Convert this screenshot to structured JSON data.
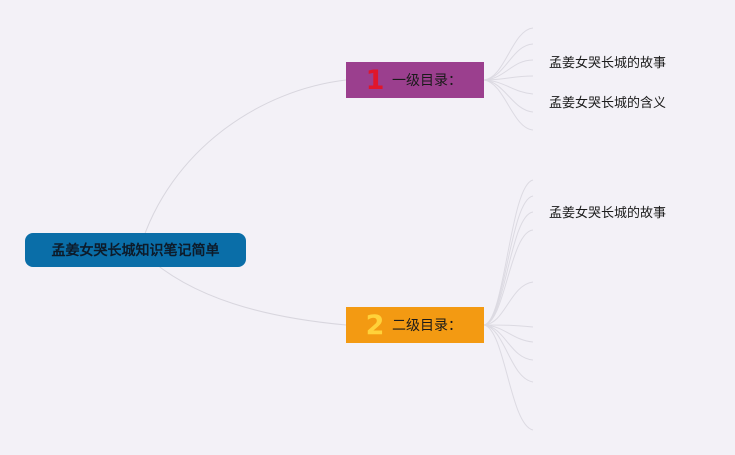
{
  "root": {
    "label": "孟姜女哭长城知识笔记简单"
  },
  "branches": [
    {
      "number": "1",
      "label": "一级目录：",
      "color": "#9b3f8e",
      "number_color": "#e0162b"
    },
    {
      "number": "2",
      "label": "二级目录：",
      "color": "#f39a12",
      "number_color": "#ffd23a"
    }
  ],
  "leaves": [
    {
      "label": "孟姜女哭长城的故事"
    },
    {
      "label": "孟姜女哭长城的含义"
    },
    {
      "label": "孟姜女哭长城的故事"
    }
  ],
  "colors": {
    "background": "#f3f1f7",
    "root": "#0a6ea8",
    "connector": "#d8d6de"
  }
}
